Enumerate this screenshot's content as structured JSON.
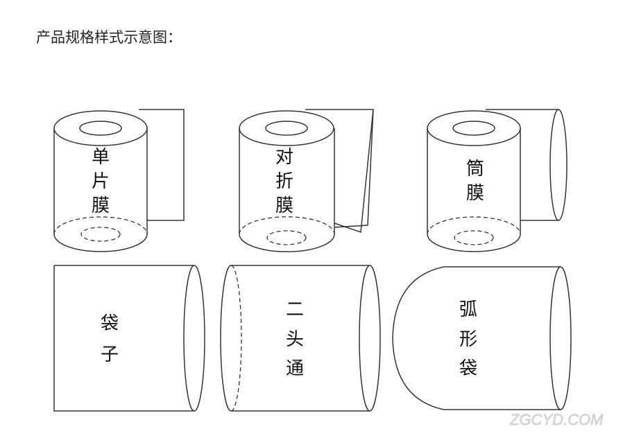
{
  "title": "产品规格样式示意图：",
  "items": [
    {
      "label": [
        "单",
        "片",
        "膜"
      ]
    },
    {
      "label": [
        "对",
        "折",
        "膜"
      ]
    },
    {
      "label": [
        "筒",
        "膜"
      ]
    },
    {
      "label": [
        "袋",
        "子"
      ]
    },
    {
      "label": [
        "二",
        "头",
        "通"
      ]
    },
    {
      "label": [
        "弧",
        "形",
        "袋"
      ]
    }
  ],
  "watermark": "ZGCYD.COM"
}
